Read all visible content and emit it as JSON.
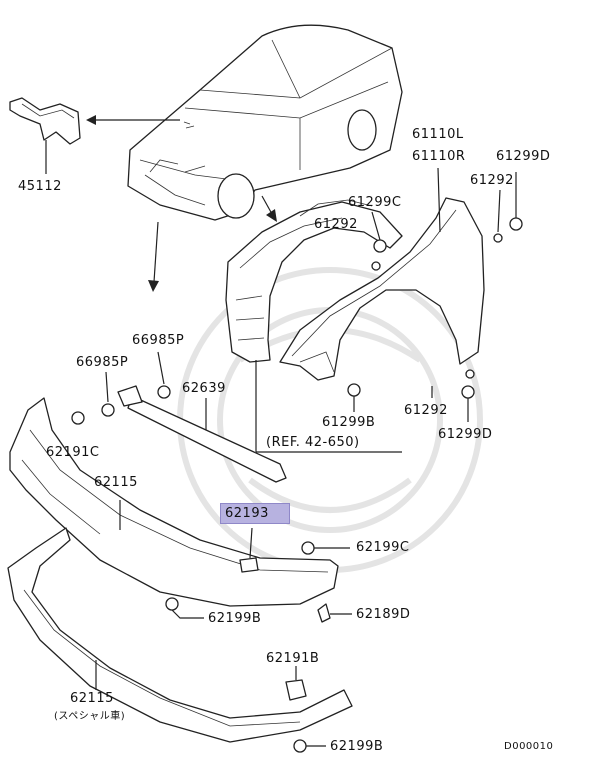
{
  "labels": {
    "p45112": "45112",
    "p61110l": "61110L",
    "p61110r": "61110R",
    "p61299d_a": "61299D",
    "p61292_a": "61292",
    "p61299c": "61299C",
    "p61292_b": "61292",
    "p66985p_a": "66985P",
    "p66985p_b": "66985P",
    "p62639": "62639",
    "p62191c": "62191C",
    "p61299b": "61299B",
    "p61292_c": "61292",
    "p61299d_b": "61299D",
    "ref": "(REF. 42-650)",
    "p62115_a": "62115",
    "p62193": "62193",
    "p62199c": "62199C",
    "p62199b_a": "62199B",
    "p62189d": "62189D",
    "p62191b": "62191B",
    "p62115_b": "62115",
    "special": "(スペシャル車)",
    "p62199b_b": "62199B",
    "diagram_code": "D000010"
  },
  "colors": {
    "highlight": "#b7b2e0",
    "line": "#222222",
    "watermark": "#e4e4e4"
  }
}
